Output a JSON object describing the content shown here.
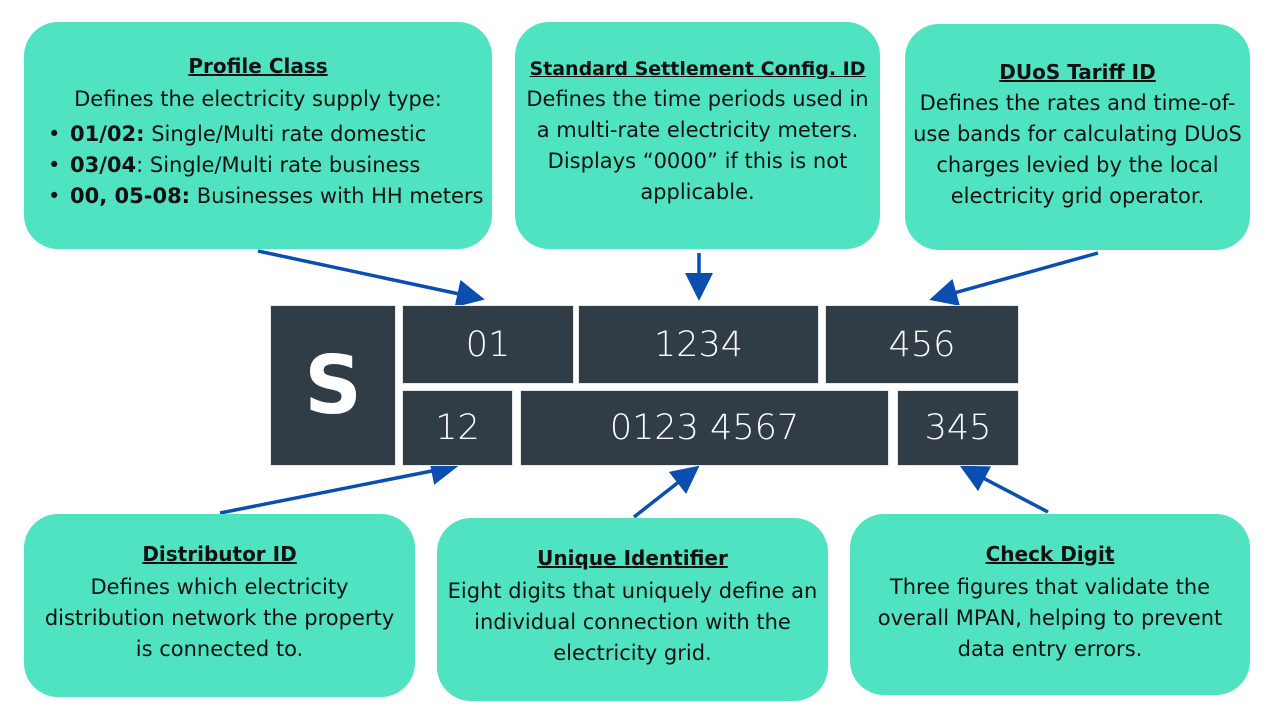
{
  "colors": {
    "box_fill": "#50e3c2",
    "segment_fill": "#303c46",
    "arrow": "#0a4fb0",
    "text": "#111111"
  },
  "mpan": {
    "prefix": "S",
    "top_row": [
      "01",
      "1234",
      "456"
    ],
    "bottom_row": [
      "12",
      "0123 4567",
      "345"
    ]
  },
  "callouts": {
    "profile_class": {
      "title": "Profile Class",
      "intro": "Defines the electricity supply type:",
      "items": [
        {
          "code": "01/02:",
          "text": " Single/Multi rate domestic"
        },
        {
          "code": "03/04",
          "text": ":  Single/Multi rate business"
        },
        {
          "code": "00, 05-08:",
          "text": " Businesses with HH meters"
        }
      ]
    },
    "ssc": {
      "title": "Standard Settlement Config. ID",
      "description": "Defines the time periods used in a multi-rate electricity meters. Displays “0000” if this is not applicable."
    },
    "duos": {
      "title": "DUoS Tariff ID",
      "description": "Defines the rates and time-of-use bands for calculating DUoS charges levied by the local electricity grid operator."
    },
    "distributor": {
      "title": "Distributor ID",
      "description": "Defines which electricity distribution network the property is connected to."
    },
    "unique": {
      "title": "Unique Identifier",
      "description": "Eight digits that uniquely define an individual connection with the electricity grid."
    },
    "check": {
      "title": "Check Digit",
      "description": "Three figures that validate the overall MPAN, helping to prevent data entry errors."
    }
  }
}
